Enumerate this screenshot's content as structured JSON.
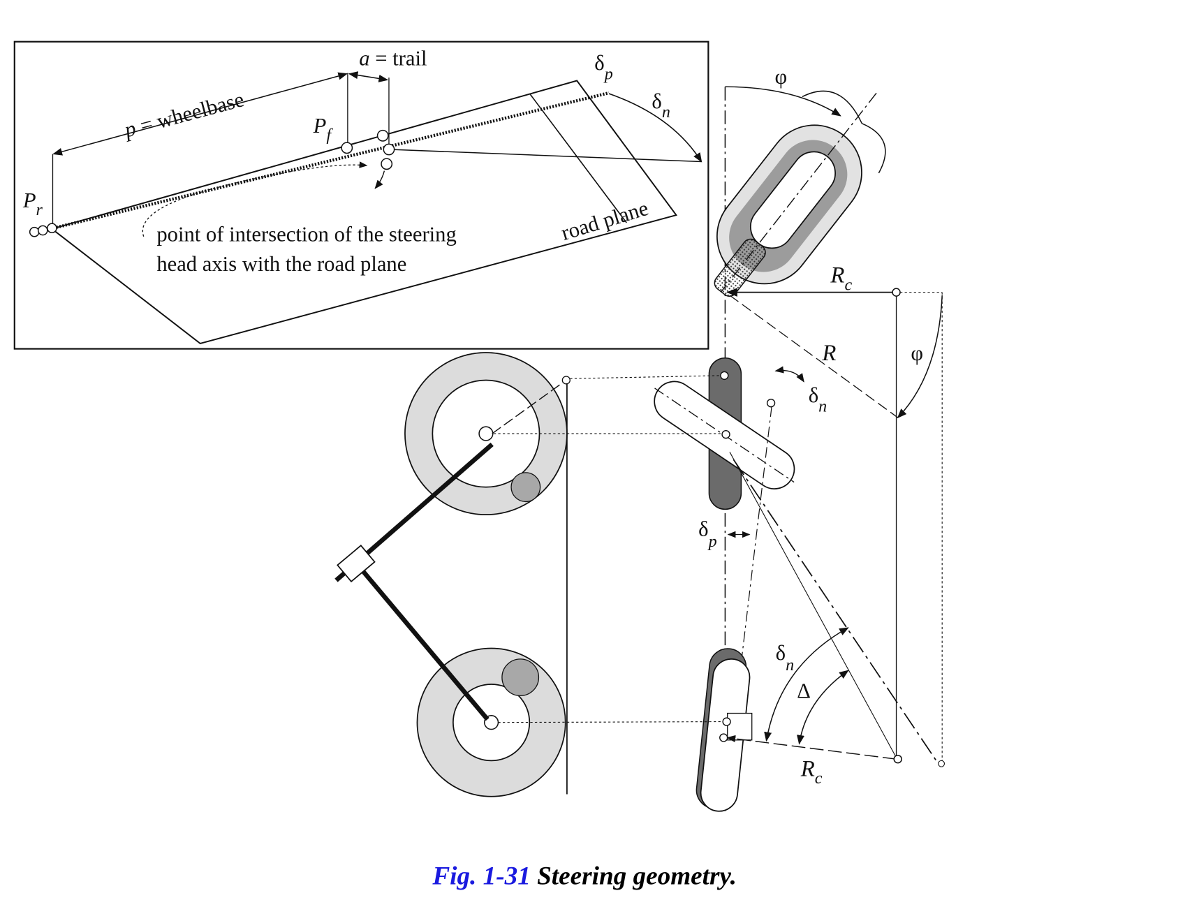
{
  "figure": {
    "caption_number": "Fig. 1-31",
    "caption_text": "Steering geometry.",
    "caption_number_color": "#1a1adf",
    "caption_text_color": "#000000"
  },
  "inset": {
    "labels": {
      "wheelbase": "p = wheelbase",
      "trail": "a = trail",
      "p_r": "P",
      "p_r_sub": "r",
      "p_f": "P",
      "p_f_sub": "f",
      "delta_p": "δ",
      "delta_p_sub": "p",
      "delta_n": "δ",
      "delta_n_sub": "n",
      "road_plane": "road plane",
      "intersection_line1": "point of intersection of the steering",
      "intersection_line2": "head axis with the road plane"
    }
  },
  "plan_view": {
    "labels": {
      "phi_top": "φ",
      "phi_right": "φ",
      "rc_top": "R",
      "rc_top_sub": "c",
      "r": "R",
      "rc_bottom": "R",
      "rc_bottom_sub": "c",
      "delta_n_upper": "δ",
      "delta_n_upper_sub": "n",
      "delta_p": "δ",
      "delta_p_sub": "p",
      "delta_n_lower": "δ",
      "delta_n_lower_sub": "n",
      "big_delta": "Δ"
    }
  },
  "colors": {
    "tire_dark": "#6b6b6b",
    "tire_light": "#dcdcdc",
    "tire_mid": "#a8a8a8",
    "line": "#111111"
  }
}
